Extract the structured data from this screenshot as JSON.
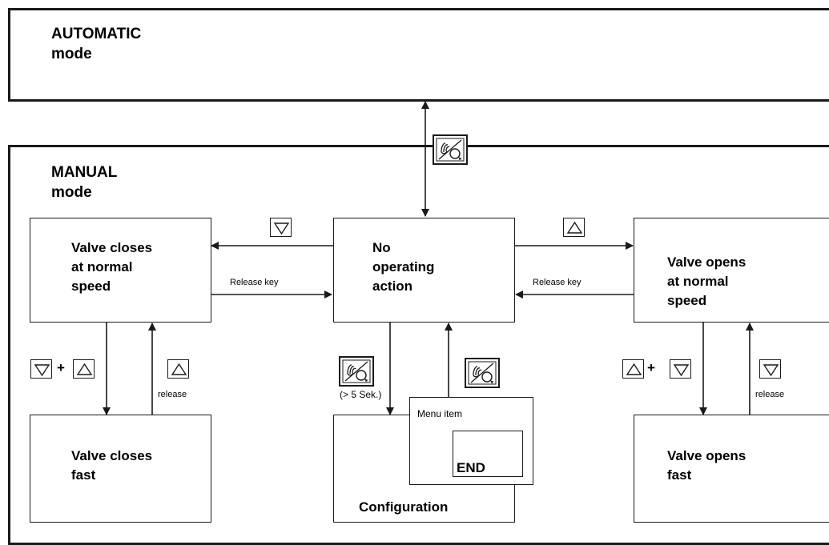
{
  "automatic": {
    "title": "AUTOMATIC\nmode"
  },
  "manual": {
    "title": "MANUAL\nmode"
  },
  "boxes": {
    "closes_normal": "Valve closes\nat normal\nspeed",
    "no_action": "No\noperating\naction",
    "opens_normal": "Valve opens\nat normal\nspeed",
    "closes_fast": "Valve closes\nfast",
    "opens_fast": "Valve opens\nfast",
    "configuration": "Configuration"
  },
  "menu": {
    "item_label": "Menu item",
    "end_label": "END"
  },
  "labels": {
    "release_key_left": "Release key",
    "release_key_right": "Release key",
    "release_left": "release",
    "release_right": "release",
    "hold_time": "(> 5 Sek.)",
    "plus_left": "+",
    "plus_right": "+"
  },
  "icons": {
    "down_key": "down-triangle-key-icon",
    "up_key": "up-triangle-key-icon",
    "manual_auto_key": "hand-manual-auto-key-icon"
  },
  "colors": {
    "line": "#1a1a1a",
    "background": "#ffffff"
  }
}
